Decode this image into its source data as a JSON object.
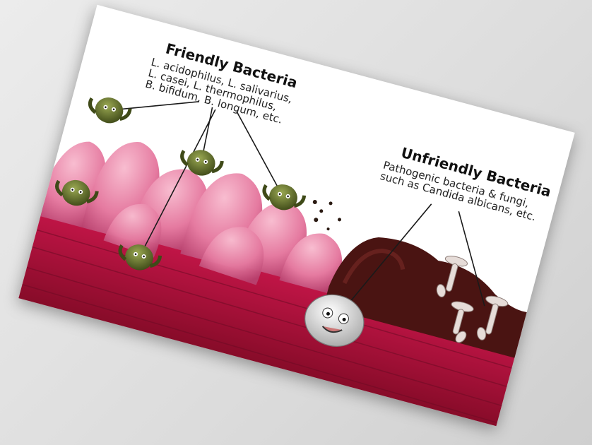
{
  "friendly": {
    "title": "Friendly Bacteria",
    "lines": [
      "L. acidophilus, L. salivarius,",
      "L. casei, L. thermophilus,",
      "B. bifidum, B. longum, etc."
    ]
  },
  "unfriendly": {
    "title": "Unfriendly Bacteria",
    "lines": [
      "Pathogenic bacteria & fungi,",
      "such as Candida albicans, etc."
    ]
  },
  "colors": {
    "villi": "#e7779c",
    "villi_highlight": "#f6b3c8",
    "tissue": "#b3123a",
    "tissue_dark": "#7e0a24",
    "infected": "#4a1412",
    "friendly_bacterium": "#5b6b2a",
    "yeast": "#e8e0dc"
  }
}
